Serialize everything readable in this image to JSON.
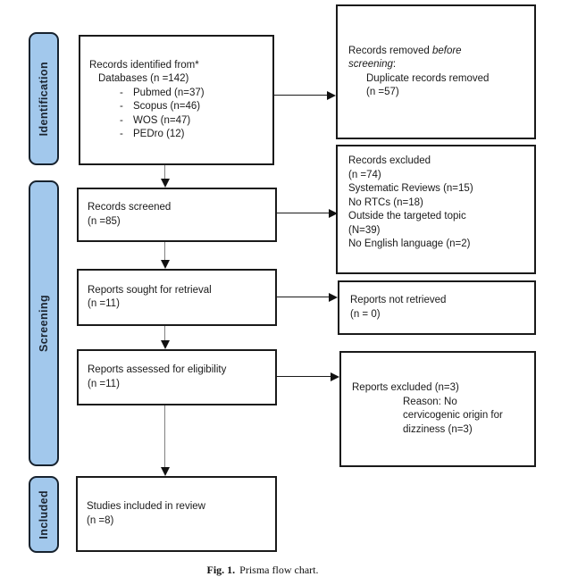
{
  "figure": {
    "caption_prefix": "Fig. 1.",
    "caption_text": "Prisma flow chart."
  },
  "colors": {
    "stage_bar_fill": "#a2c8ec",
    "stage_bar_border": "#17222e",
    "box_border": "#1a1a1a",
    "arrow_head": "#111111",
    "connector_gray": "#808080"
  },
  "stages": {
    "identification": "Identification",
    "screening": "Screening",
    "included": "Included"
  },
  "boxes": {
    "identified": {
      "line1": "Records identified from*",
      "line2": "Databases (n =142)",
      "bullet": "-",
      "items": [
        "Pubmed (n=37)",
        "Scopus (n=46)",
        "WOS (n=47)",
        "PEDro (12)"
      ]
    },
    "removed": {
      "line1_normal": "Records removed ",
      "line1_italic": "before",
      "line2_italic": "screening",
      "line2_suffix": ":",
      "line3": "Duplicate records removed",
      "line4": "(n =57)"
    },
    "screened": {
      "line1": "Records screened",
      "line2": "(n =85)"
    },
    "excluded": {
      "lines": [
        "Records excluded",
        "(n =74)",
        "Systematic Reviews (n=15)",
        "No RTCs (n=18)",
        "Outside the targeted topic",
        "(N=39)",
        "No English language (n=2)"
      ]
    },
    "sought": {
      "line1": "Reports sought for retrieval",
      "line2": "(n =11)"
    },
    "not_retrieved": {
      "line1": "Reports not retrieved",
      "line2": "(n = 0)"
    },
    "assessed": {
      "line1": "Reports assessed for eligibility",
      "line2": "(n =11)"
    },
    "reports_excluded": {
      "line1": "Reports excluded (n=3)",
      "indented": [
        "Reason: No",
        "cervicogenic origin for",
        "dizziness (n=3)"
      ]
    },
    "included_review": {
      "line1": "Studies included in review",
      "line2": "(n =8)"
    }
  }
}
